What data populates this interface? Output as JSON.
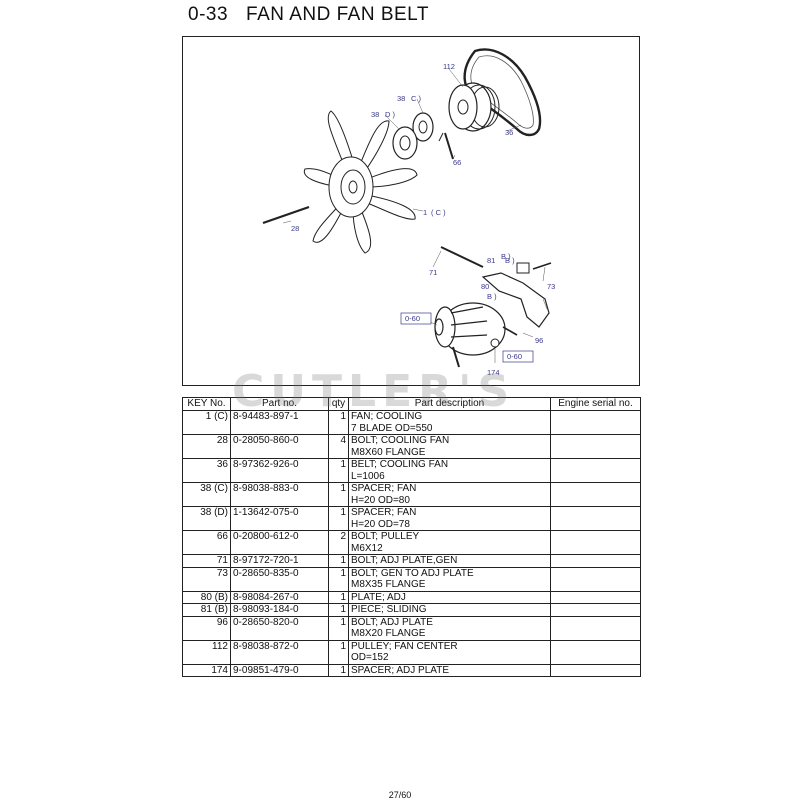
{
  "header": {
    "section_code": "0-33",
    "section_title": "FAN AND FAN BELT"
  },
  "watermark": "CUTLER'S",
  "diagram": {
    "callouts": {
      "c112": "112",
      "c38c": "38",
      "c38c_t": "C )",
      "c38d": "38",
      "c38d_t": "D )",
      "c36": "36",
      "c66": "66",
      "c1c": "1",
      "c1c_t": "( C )",
      "c28": "28",
      "c71": "71",
      "c81b": "81",
      "c81b_t": "B )",
      "cB": "B )",
      "c73": "73",
      "c80b": "80",
      "c80b_t": "B )",
      "ref1": "0-60",
      "c96": "96",
      "ref2": "0-60",
      "c174": "174"
    }
  },
  "table": {
    "headers": {
      "key": "KEY No.",
      "part": "Part no.",
      "qty": "qty",
      "desc": "Part description",
      "serial": "Engine serial no."
    },
    "rows": [
      {
        "key": "1 (C)",
        "part": "8-94483-897-1",
        "qty": "1",
        "desc1": "FAN; COOLING",
        "desc2": "7 BLADE OD=550",
        "serial": ""
      },
      {
        "key": "28",
        "part": "0-28050-860-0",
        "qty": "4",
        "desc1": "BOLT; COOLING FAN",
        "desc2": "M8X60 FLANGE",
        "serial": ""
      },
      {
        "key": "36",
        "part": "8-97362-926-0",
        "qty": "1",
        "desc1": "BELT; COOLING FAN",
        "desc2": "L=1006",
        "serial": ""
      },
      {
        "key": "38 (C)",
        "part": "8-98038-883-0",
        "qty": "1",
        "desc1": "SPACER; FAN",
        "desc2": "H=20 OD=80",
        "serial": ""
      },
      {
        "key": "38 (D)",
        "part": "1-13642-075-0",
        "qty": "1",
        "desc1": "SPACER; FAN",
        "desc2": "H=20 OD=78",
        "serial": ""
      },
      {
        "key": "66",
        "part": "0-20800-612-0",
        "qty": "2",
        "desc1": "BOLT; PULLEY",
        "desc2": "M6X12",
        "serial": ""
      },
      {
        "key": "71",
        "part": "8-97172-720-1",
        "qty": "1",
        "desc1": "BOLT; ADJ PLATE,GEN",
        "desc2": "",
        "serial": ""
      },
      {
        "key": "73",
        "part": "0-28650-835-0",
        "qty": "1",
        "desc1": "BOLT; GEN TO ADJ PLATE",
        "desc2": "M8X35 FLANGE",
        "serial": ""
      },
      {
        "key": "80 (B)",
        "part": "8-98084-267-0",
        "qty": "1",
        "desc1": "PLATE; ADJ",
        "desc2": "",
        "serial": ""
      },
      {
        "key": "81 (B)",
        "part": "8-98093-184-0",
        "qty": "1",
        "desc1": "PIECE; SLIDING",
        "desc2": "",
        "serial": ""
      },
      {
        "key": "96",
        "part": "0-28650-820-0",
        "qty": "1",
        "desc1": "BOLT; ADJ PLATE",
        "desc2": "M8X20 FLANGE",
        "serial": ""
      },
      {
        "key": "112",
        "part": "8-98038-872-0",
        "qty": "1",
        "desc1": "PULLEY; FAN CENTER",
        "desc2": "OD=152",
        "serial": ""
      },
      {
        "key": "174",
        "part": "9-09851-479-0",
        "qty": "1",
        "desc1": "SPACER; ADJ PLATE",
        "desc2": "",
        "serial": ""
      }
    ]
  },
  "footer": {
    "page": "27/60"
  }
}
